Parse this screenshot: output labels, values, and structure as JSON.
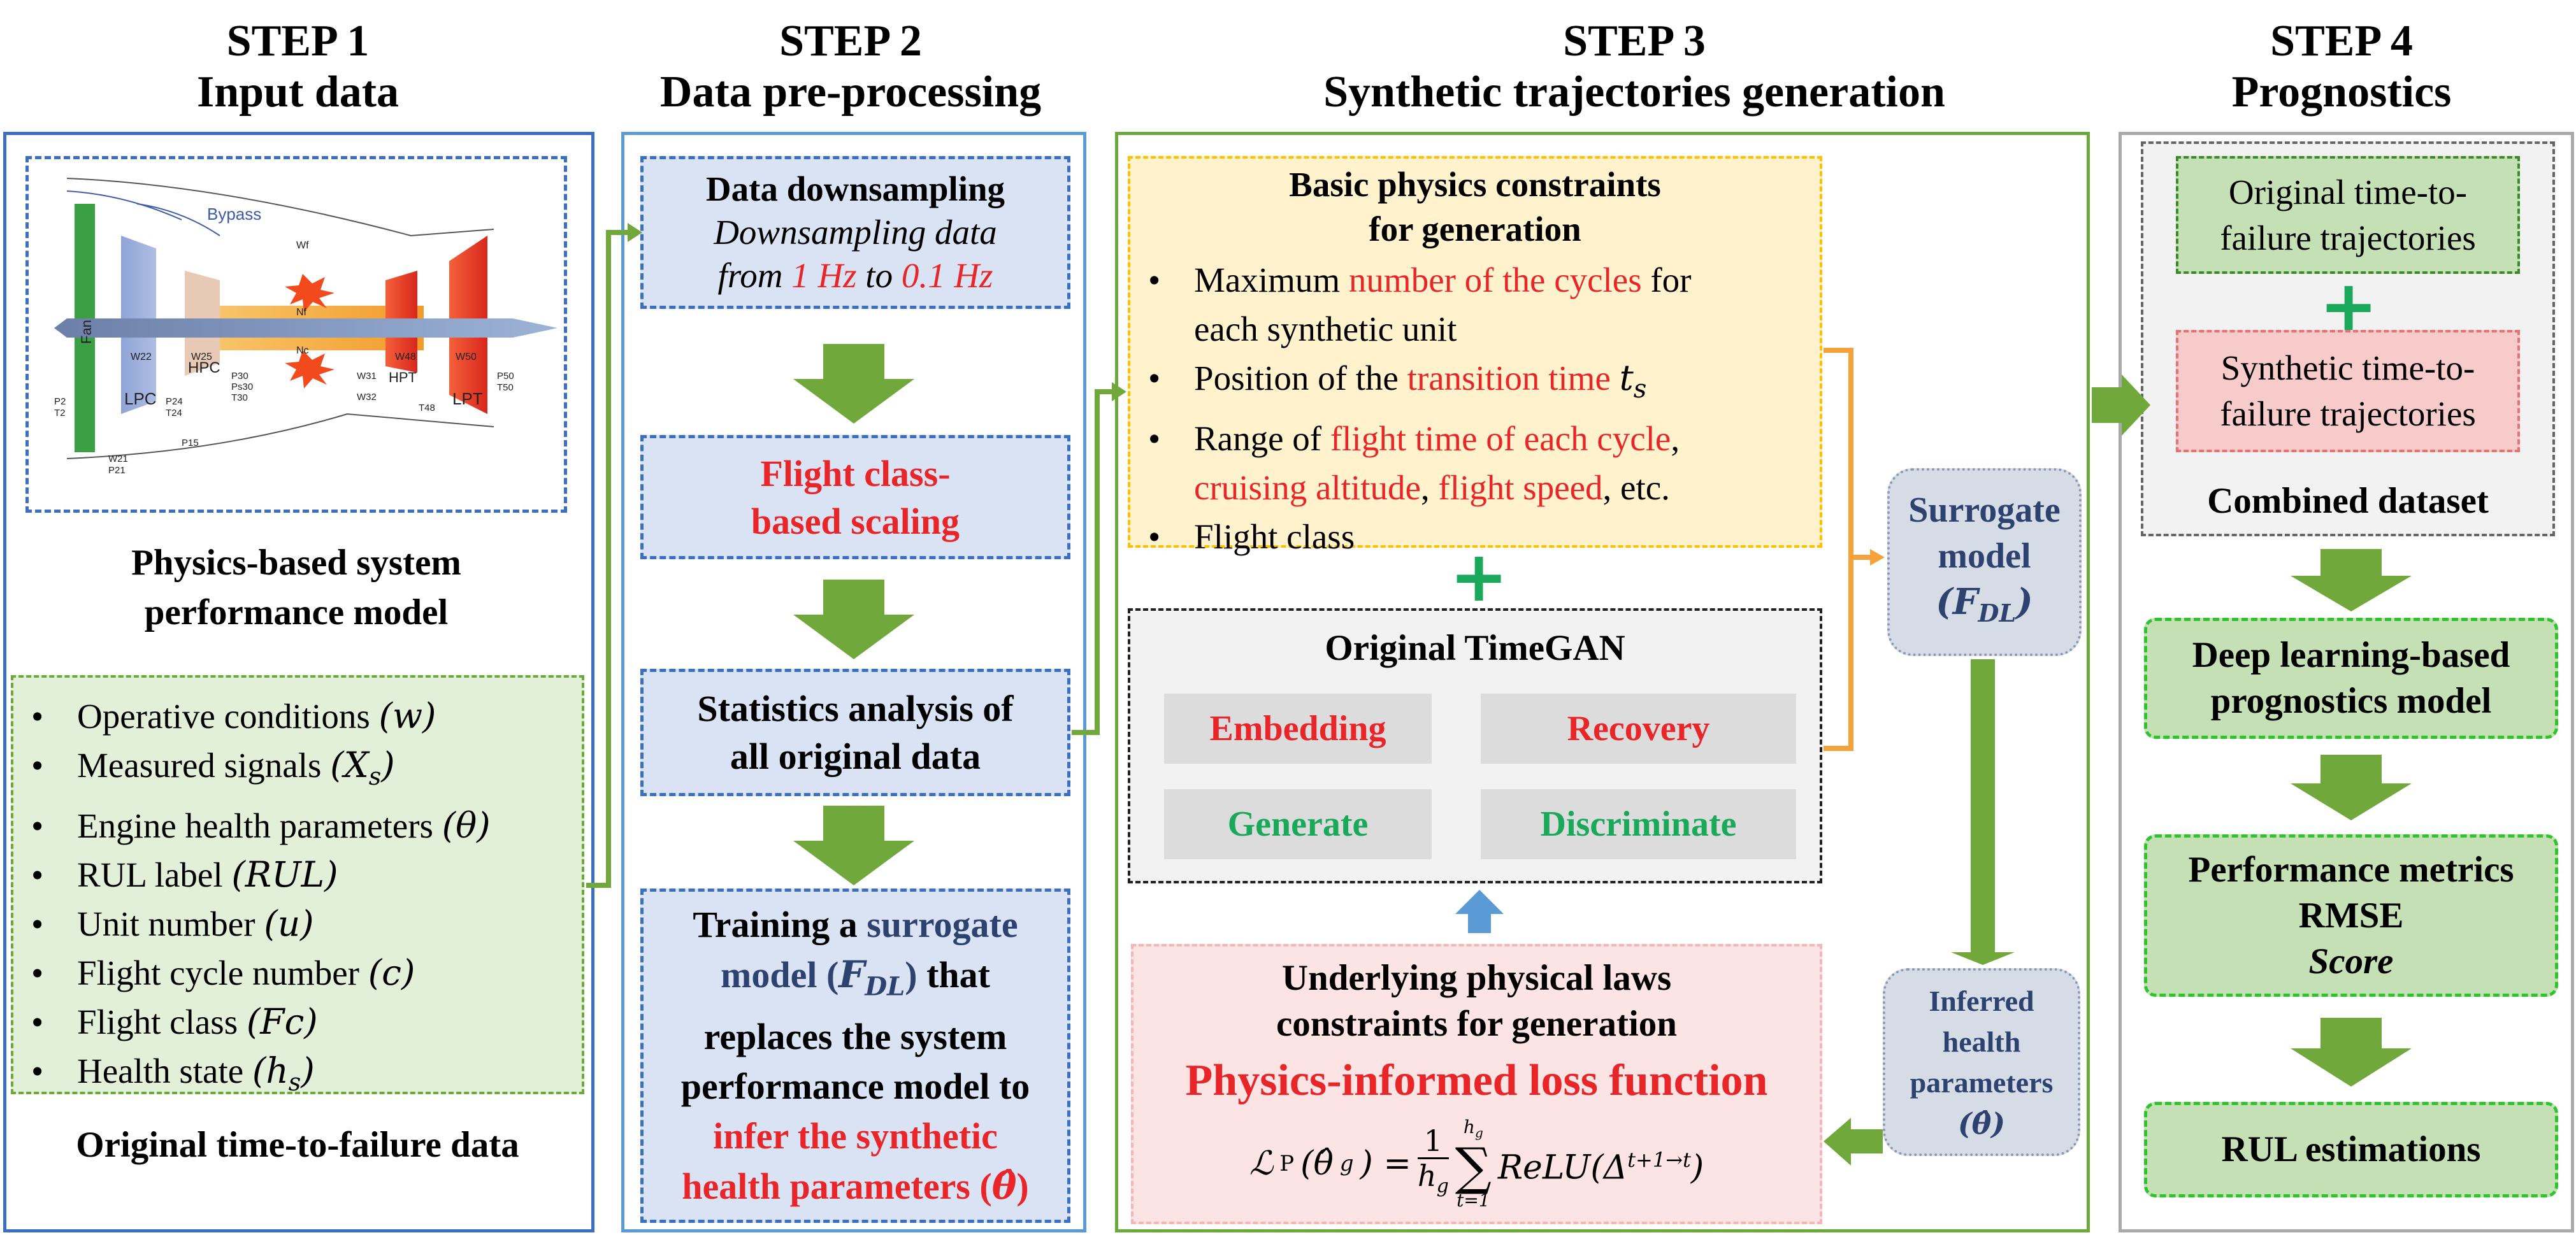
{
  "steps": [
    {
      "number": "STEP 1",
      "title": "Input data"
    },
    {
      "number": "STEP 2",
      "title": "Data pre-processing"
    },
    {
      "number": "STEP 3",
      "title": "Synthetic trajectories generation"
    },
    {
      "number": "STEP 4",
      "title": "Prognostics"
    }
  ],
  "step1": {
    "engine_labels": {
      "bypass": "Bypass",
      "wf": "Wf",
      "fan": "Fan",
      "lpc": "LPC",
      "hpc": "HPC",
      "hpt": "HPT",
      "lpt": "LPT",
      "nf": "Nf",
      "nc": "Nc",
      "w22": "W22",
      "w25": "W25",
      "w48": "W48",
      "w50": "W50",
      "p2": "P2",
      "t2": "T2",
      "p24": "P24",
      "t24": "T24",
      "p15": "P15",
      "w21": "W21",
      "p21": "P21",
      "p30": "P30",
      "ps30": "Ps30",
      "t30": "T30",
      "w31": "W31",
      "w32": "W32",
      "t48": "T48",
      "p50": "P50",
      "t50": "T50"
    },
    "model_title_line1": "Physics-based system",
    "model_title_line2": "performance model",
    "inputs": [
      {
        "text": "Operative conditions",
        "symbol": "(w)"
      },
      {
        "text": "Measured signals",
        "symbol": "(X",
        "sub": "s",
        "end": ")"
      },
      {
        "text": "Engine health parameters",
        "symbol": "(θ)"
      },
      {
        "text": "RUL label",
        "symbol": "(RUL)"
      },
      {
        "text": "Unit number",
        "symbol": "(u)"
      },
      {
        "text": "Flight cycle number",
        "symbol": "(c)"
      },
      {
        "text": "Flight class",
        "symbol": "(Fc)"
      },
      {
        "text": "Health state",
        "symbol": "(h",
        "sub": "s",
        "end": ")"
      }
    ],
    "footer": "Original time-to-failure data"
  },
  "step2": {
    "downsampling_title": "Data downsampling",
    "downsampling_line1": "Downsampling data",
    "downsampling_from": "from",
    "downsampling_hz1": "1 Hz",
    "downsampling_to": "to",
    "downsampling_hz2": "0.1 Hz",
    "scaling_line1": "Flight class-",
    "scaling_line2": "based scaling",
    "stats_line1": "Statistics analysis of",
    "stats_line2": "all original data",
    "training": {
      "l1a": "Training a",
      "l1b": "surrogate",
      "l2a": "model (",
      "l2sym": "F",
      "l2sub": "DL",
      "l2b": ")",
      "l2c": "that",
      "l3": "replaces the system",
      "l4": "performance model to",
      "l5": "infer the synthetic",
      "l6a": "health parameters (",
      "l6sym": "θ̂",
      "l6b": ")"
    }
  },
  "step3": {
    "constraints_title_l1": "Basic physics constraints",
    "constraints_title_l2": "for generation",
    "c1a": "Maximum",
    "c1b": "number of the cycles",
    "c1c": "for",
    "c1d": "each synthetic unit",
    "c2a": "Position of the",
    "c2b": "transition time",
    "c2sym": "t",
    "c2sub": "s",
    "c3a": "Range of",
    "c3b": "flight time of each cycle",
    "c3c": ",",
    "c4a": "cruising altitude",
    "c4b": ",",
    "c4c": "flight speed",
    "c4d": ", etc.",
    "c5": "Flight class",
    "plus": "+",
    "timegan_title": "Original TimeGAN",
    "embedding": "Embedding",
    "recovery": "Recovery",
    "generate": "Generate",
    "discriminate": "Discriminate",
    "laws_l1": "Underlying physical laws",
    "laws_l2": "constraints for generation",
    "loss_title": "Physics-informed loss function",
    "surrogate_l1": "Surrogate",
    "surrogate_l2": "model",
    "surrogate_sym": "(F",
    "surrogate_sub": "DL",
    "surrogate_end": ")",
    "inferred_l1": "Inferred",
    "inferred_l2": "health",
    "inferred_l3": "parameters",
    "inferred_sym": "(θ̂)"
  },
  "step4": {
    "orig_l1": "Original time-to-",
    "orig_l2": "failure trajectories",
    "plus": "+",
    "syn_l1": "Synthetic time-to-",
    "syn_l2": "failure trajectories",
    "combined": "Combined dataset",
    "dl_l1": "Deep learning-based",
    "dl_l2": "prognostics model",
    "perf_l1": "Performance metrics",
    "perf_l2": "RMSE",
    "perf_l3": "Score",
    "rul": "RUL estimations"
  },
  "colors": {
    "blue_border": "#3a6fc4",
    "light_blue_fill": "#dae3f3",
    "green_border": "#6aaa3a",
    "light_green_fill": "#e2f0d9",
    "yellow_fill": "#fff2cc",
    "yellow_border": "#ffc000",
    "pink_fill": "#fde4e4",
    "red_text": "#e8262a",
    "green_text": "#1aa85a",
    "arrow_green": "#70a83c",
    "orange": "#f5a23a",
    "gray_panel": "#f2f2f2"
  }
}
